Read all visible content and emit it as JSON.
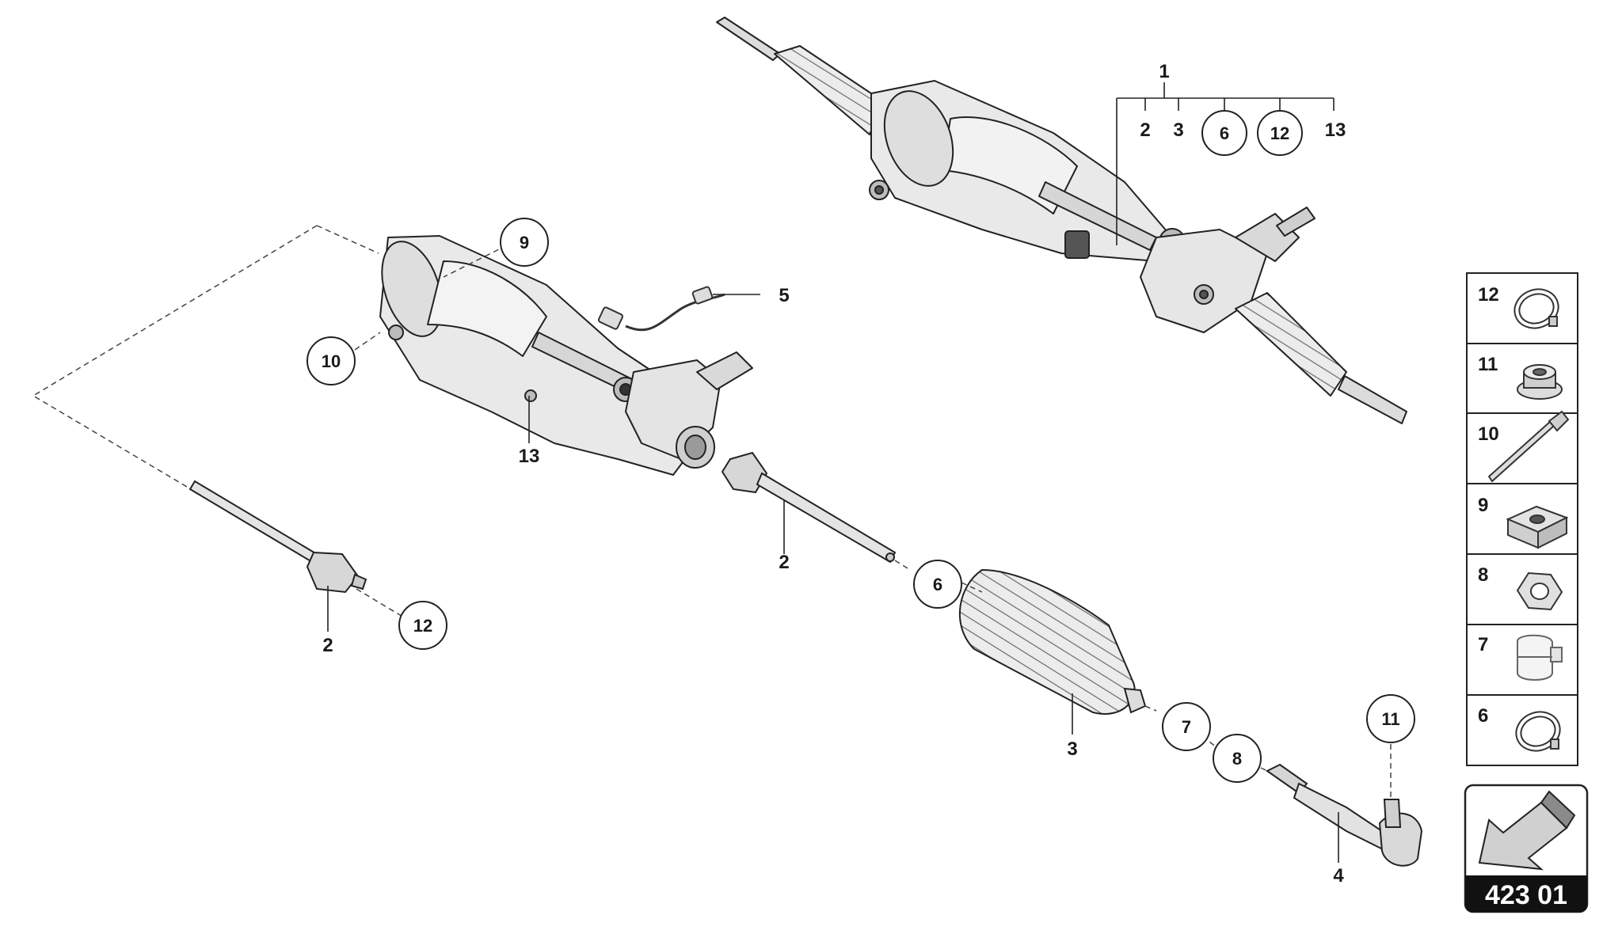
{
  "callouts": {
    "c1": "1",
    "c2": "2",
    "c3": "3",
    "c6": "6",
    "c12": "12",
    "c13": "13",
    "l9": "9",
    "l10": "10",
    "l5": "5",
    "l13": "13",
    "l2a": "2",
    "l12": "12",
    "m2": "2",
    "m6": "6",
    "m3": "3",
    "m7": "7",
    "m8": "8",
    "m11": "11",
    "m4": "4"
  },
  "legend": [
    "12",
    "11",
    "10",
    "9",
    "8",
    "7",
    "6"
  ],
  "code": "423 01",
  "colors": {
    "line": "#1a1a1a",
    "part": "#e9e9e9",
    "shade": "#c9c9c9",
    "dark": "#555555",
    "badge": "#111111"
  }
}
